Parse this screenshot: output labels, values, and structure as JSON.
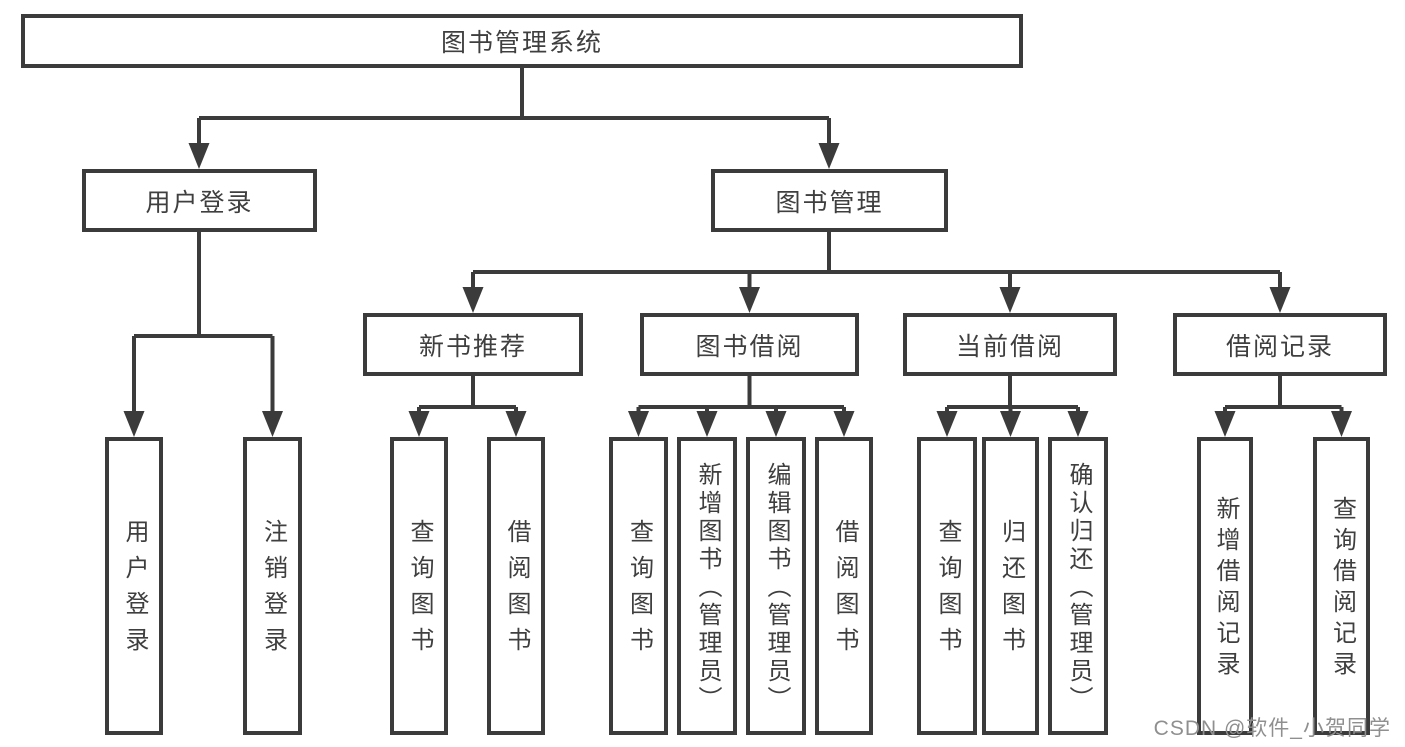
{
  "diagram": {
    "root": {
      "label": "图书管理系统"
    },
    "user_login": {
      "label": "用户登录",
      "children": [
        {
          "label": "用户登录"
        },
        {
          "label": "注销登录"
        }
      ]
    },
    "book_mgmt": {
      "label": "图书管理",
      "children": [
        {
          "label": "新书推荐",
          "children": [
            {
              "label": "查询图书"
            },
            {
              "label": "借阅图书"
            }
          ]
        },
        {
          "label": "图书借阅",
          "children": [
            {
              "label": "查询图书"
            },
            {
              "label": "新增图书（管理员）"
            },
            {
              "label": "编辑图书（管理员）"
            },
            {
              "label": "借阅图书"
            }
          ]
        },
        {
          "label": "当前借阅",
          "children": [
            {
              "label": "查询图书"
            },
            {
              "label": "归还图书"
            },
            {
              "label": "确认归还（管理员）"
            }
          ]
        },
        {
          "label": "借阅记录",
          "children": [
            {
              "label": "新增借阅记录"
            },
            {
              "label": "查询借阅记录"
            }
          ]
        }
      ]
    }
  },
  "watermark": {
    "text": "CSDN @软件_小贺同学"
  },
  "colors": {
    "line": "#3b3b3b",
    "box_border": "#3b3b3b",
    "text": "#3f3f3f",
    "watermark_text": "#8f8f8f",
    "background": "#ffffff"
  }
}
